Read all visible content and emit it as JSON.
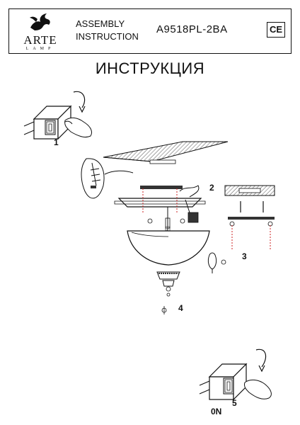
{
  "header": {
    "brand_name": "ARTE",
    "brand_sub": "LAMP",
    "assembly_line1": "ASSEMBLY",
    "assembly_line2": "INSTRUCTION",
    "model": "A9518PL-2BA",
    "ce_mark": "CE"
  },
  "title": "ИНСТРУКЦИЯ",
  "steps": [
    {
      "label": "1"
    },
    {
      "label": "2"
    },
    {
      "label": "3"
    },
    {
      "label": "4"
    },
    {
      "label": "5"
    }
  ],
  "switch_label": "0N",
  "colors": {
    "ink": "#111111",
    "ceiling_hatch": "#555555",
    "wire_red": "#cc2222",
    "dark_fill": "#333333"
  }
}
